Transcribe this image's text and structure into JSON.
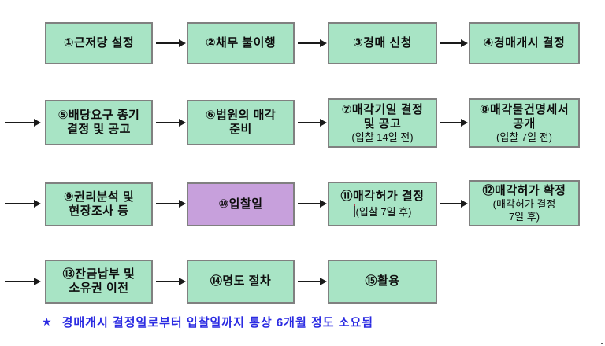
{
  "flowchart": {
    "boxes": [
      {
        "id": 1,
        "color": "green",
        "lines": [
          "①근저당 설정"
        ]
      },
      {
        "id": 2,
        "color": "green",
        "lines": [
          "②채무 불이행"
        ]
      },
      {
        "id": 3,
        "color": "green",
        "lines": [
          "③경매 신청"
        ]
      },
      {
        "id": 4,
        "color": "green",
        "lines": [
          "④경매개시 결정"
        ]
      },
      {
        "id": 5,
        "color": "green",
        "lines": [
          "⑤배당요구 종기",
          "결정 및 공고"
        ]
      },
      {
        "id": 6,
        "color": "green",
        "lines": [
          "⑥법원의 매각",
          "준비"
        ]
      },
      {
        "id": 7,
        "color": "green",
        "lines": [
          "⑦매각기일 결정",
          "및 공고",
          "(입찰 14일 전)"
        ]
      },
      {
        "id": 8,
        "color": "green",
        "lines": [
          "⑧매각물건명세서",
          "공개",
          "(입찰 7일 전)"
        ]
      },
      {
        "id": 9,
        "color": "green",
        "lines": [
          "⑨권리분석 및",
          "현장조사 등"
        ]
      },
      {
        "id": 10,
        "color": "purple",
        "lines": [
          "⑩입찰일"
        ]
      },
      {
        "id": 11,
        "color": "green",
        "lines": [
          "⑪매각허가 결정",
          "(입찰 7일 후)"
        ]
      },
      {
        "id": 12,
        "color": "green",
        "lines": [
          "⑫매각허가 확정",
          "(매각허가 결정",
          "7일 후)"
        ]
      },
      {
        "id": 13,
        "color": "green",
        "lines": [
          "⑬잔금납부 및",
          "소유권 이전"
        ]
      },
      {
        "id": 14,
        "color": "green",
        "lines": [
          "⑭명도 절차"
        ]
      },
      {
        "id": 15,
        "color": "green",
        "lines": [
          "⑮활용"
        ]
      }
    ],
    "note": {
      "star": "★",
      "text": "경매개시 결정일로부터 입찰일까지 통상 6개월 정도 소요됨"
    },
    "colors": {
      "box_green": "#a8e4c5",
      "box_purple": "#c7a0dc",
      "border": "#808080",
      "arrow": "#1a1a1a",
      "note_blue": "#2b2be2"
    }
  }
}
